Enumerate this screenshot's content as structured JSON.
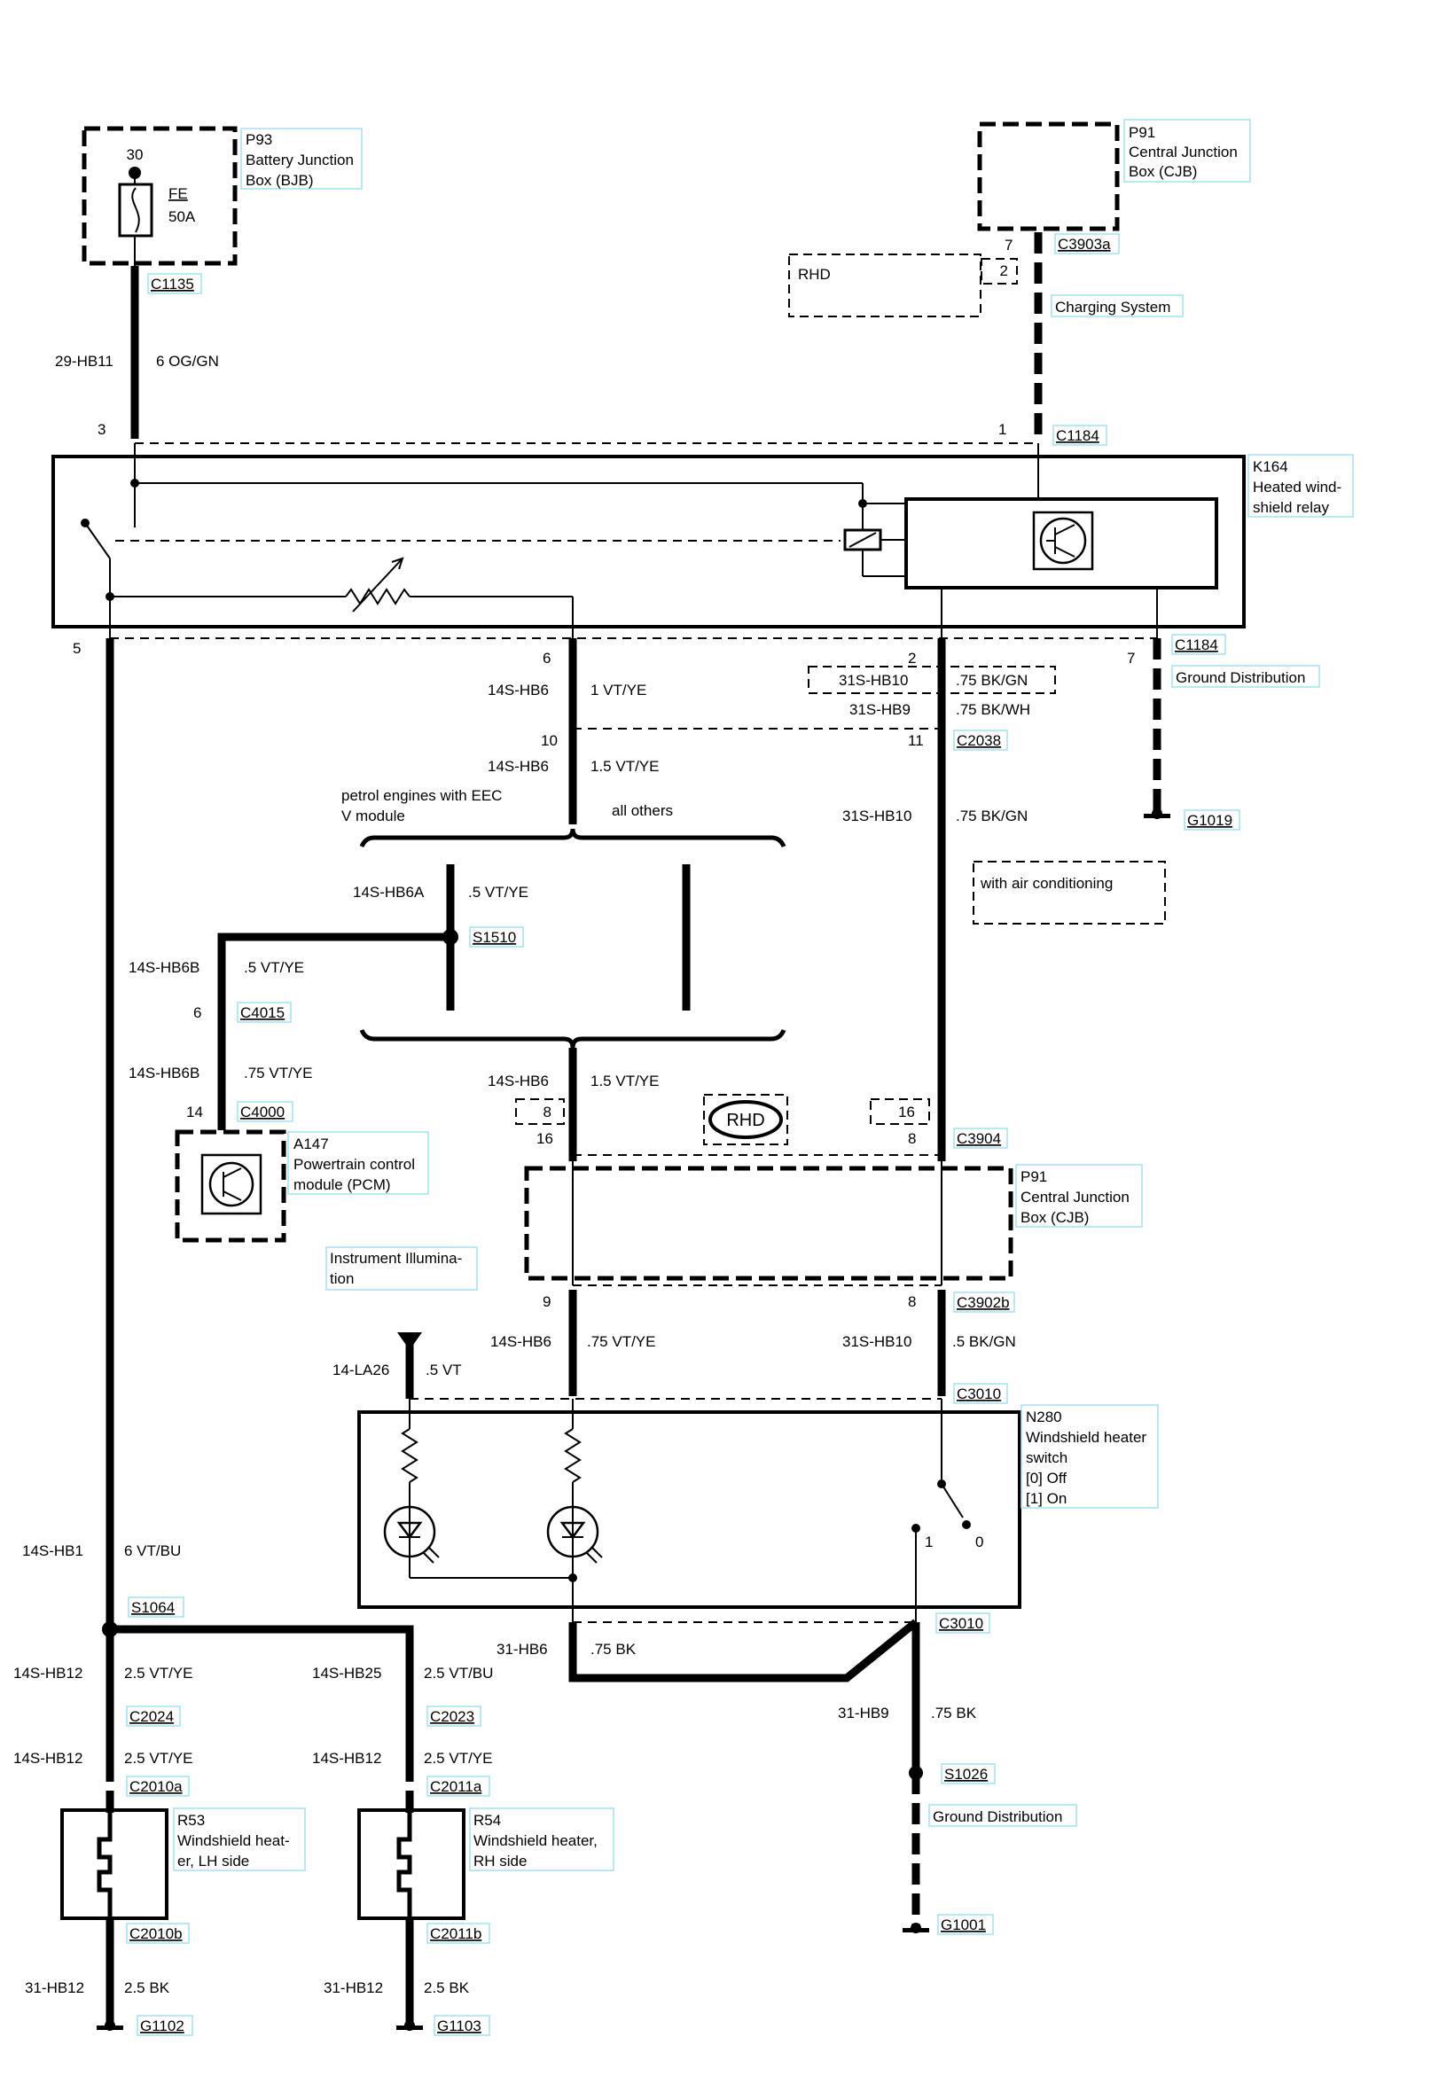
{
  "components": {
    "p93": {
      "ref": "P93",
      "name": "Battery Junction Box (BJB)",
      "line1": "Battery Junction",
      "line2": "Box (BJB)",
      "pin": "30",
      "fuse": "FE",
      "rating": "50A",
      "connector": "C1135"
    },
    "p91_top": {
      "ref": "P91",
      "line1": "Central Junction",
      "line2": "Box (CJB)",
      "connector": "C3903a",
      "pin_a": "7",
      "pin_b": "2"
    },
    "rhd_top": "RHD",
    "charging": "Charging System",
    "k164": {
      "ref": "K164",
      "line1": "Heated wind-",
      "line2": "shield relay",
      "conn_top": "C1184",
      "conn_bottom": "C1184",
      "pin3": "3",
      "pin1": "1",
      "pin5": "5",
      "pin6": "6",
      "pin2": "2",
      "pin7": "7"
    },
    "ground_dist_1": "Ground Distribution",
    "g1019": "G1019",
    "c2038": {
      "ref": "C2038",
      "pin10": "10",
      "pin11": "11"
    },
    "branch": {
      "left": "petrol engines with EEC",
      "left2": "V module",
      "right": "all others"
    },
    "s1510": "S1510",
    "with_ac": "with air conditioning",
    "c4015": {
      "ref": "C4015",
      "pin": "6"
    },
    "c4000": {
      "ref": "C4000",
      "pin": "14"
    },
    "a147": {
      "ref": "A147",
      "line1": "Powertrain control",
      "line2": "module (PCM)"
    },
    "rhd_mid": "RHD",
    "c3904": {
      "ref": "C3904",
      "pin8a": "8",
      "pin16a": "16",
      "pin16b": "16",
      "pin8b": "8"
    },
    "p91_mid": {
      "ref": "P91",
      "line1": "Central Junction",
      "line2": "Box (CJB)"
    },
    "instrument": {
      "line1": "Instrument Illumina-",
      "line2": "tion"
    },
    "c3902b": {
      "ref": "C3902b",
      "pin9": "9",
      "pin8": "8"
    },
    "c3010_top": "C3010",
    "n280": {
      "ref": "N280",
      "line1": "Windshield heater",
      "line2": "switch",
      "line3": "[0] Off",
      "line4": "[1] On",
      "pos1": "1",
      "pos0": "0"
    },
    "c3010_bot": "C3010",
    "s1064": "S1064",
    "c2024": "C2024",
    "c2023": "C2023",
    "c2010a": "C2010a",
    "c2011a": "C2011a",
    "r53": {
      "ref": "R53",
      "line1": "Windshield heat-",
      "line2": "er, LH side"
    },
    "r54": {
      "ref": "R54",
      "line1": "Windshield heater,",
      "line2": "RH side"
    },
    "c2010b": "C2010b",
    "c2011b": "C2011b",
    "s1026": "S1026",
    "ground_dist_2": "Ground Distribution",
    "g1001": "G1001",
    "g1102": "G1102",
    "g1103": "G1103"
  },
  "wires": {
    "w1": {
      "circuit": "29-HB11",
      "spec": "6 OG/GN"
    },
    "w2": {
      "circuit": "14S-HB6",
      "spec": "1 VT/YE"
    },
    "w3": {
      "circuit": "31S-HB10",
      "spec": ".75 BK/GN"
    },
    "w4": {
      "circuit": "31S-HB9",
      "spec": ".75 BK/WH"
    },
    "w5": {
      "circuit": "14S-HB6",
      "spec": "1.5 VT/YE"
    },
    "w6": {
      "circuit": "31S-HB10",
      "spec": ".75 BK/GN"
    },
    "w7": {
      "circuit": "14S-HB6A",
      "spec": ".5 VT/YE"
    },
    "w8": {
      "circuit": "14S-HB6B",
      "spec": ".5 VT/YE"
    },
    "w9": {
      "circuit": "14S-HB6B",
      "spec": ".75 VT/YE"
    },
    "w10": {
      "circuit": "14S-HB6",
      "spec": "1.5 VT/YE"
    },
    "w11": {
      "circuit": "14S-HB6",
      "spec": ".75 VT/YE"
    },
    "w12": {
      "circuit": "31S-HB10",
      "spec": ".5 BK/GN"
    },
    "w13": {
      "circuit": "14-LA26",
      "spec": ".5 VT"
    },
    "w14": {
      "circuit": "14S-HB1",
      "spec": "6 VT/BU"
    },
    "w15": {
      "circuit": "31-HB6",
      "spec": ".75 BK"
    },
    "w16": {
      "circuit": "14S-HB12",
      "spec": "2.5 VT/YE"
    },
    "w17": {
      "circuit": "14S-HB25",
      "spec": "2.5 VT/BU"
    },
    "w18": {
      "circuit": "31-HB9",
      "spec": ".75 BK"
    },
    "w19": {
      "circuit": "14S-HB12",
      "spec": "2.5 VT/YE"
    },
    "w20": {
      "circuit": "14S-HB12",
      "spec": "2.5 VT/YE"
    },
    "w21": {
      "circuit": "31-HB12",
      "spec": "2.5 BK"
    },
    "w22": {
      "circuit": "31-HB12",
      "spec": "2.5 BK"
    }
  }
}
